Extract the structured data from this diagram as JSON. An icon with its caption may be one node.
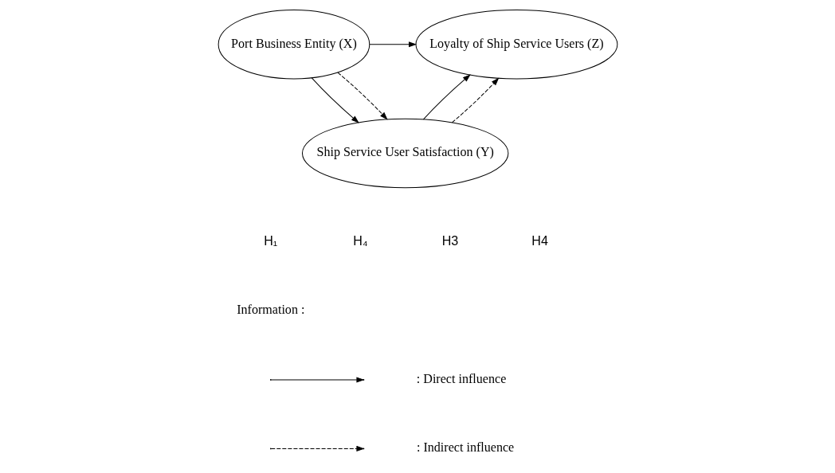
{
  "diagram": {
    "nodes": [
      {
        "text": [
          "Port Business Entity (X)"
        ]
      },
      {
        "text": [
          "Loyalty of Ship Service Users (Z)"
        ]
      },
      {
        "text": [
          "Ship Service User Satisfaction (Y)"
        ]
      }
    ],
    "edges": [
      {
        "from": 0,
        "to": 1,
        "arrow": "to"
      },
      {
        "from": 0,
        "to": 2,
        "arrow": "to"
      },
      {
        "from": 0,
        "to": 2,
        "arrow": "to",
        "style": "dashed"
      },
      {
        "from": 2,
        "to": 1,
        "arrow": "to"
      },
      {
        "from": 2,
        "to": 1,
        "arrow": "to",
        "style": "dashed"
      }
    ],
    "labels": [
      "H₁",
      "H₄",
      "H3",
      "H4",
      "Information :"
    ],
    "legend": [
      {
        "text": ": Direct influence"
      },
      {
        "text": ": Indirect influence"
      }
    ]
  }
}
